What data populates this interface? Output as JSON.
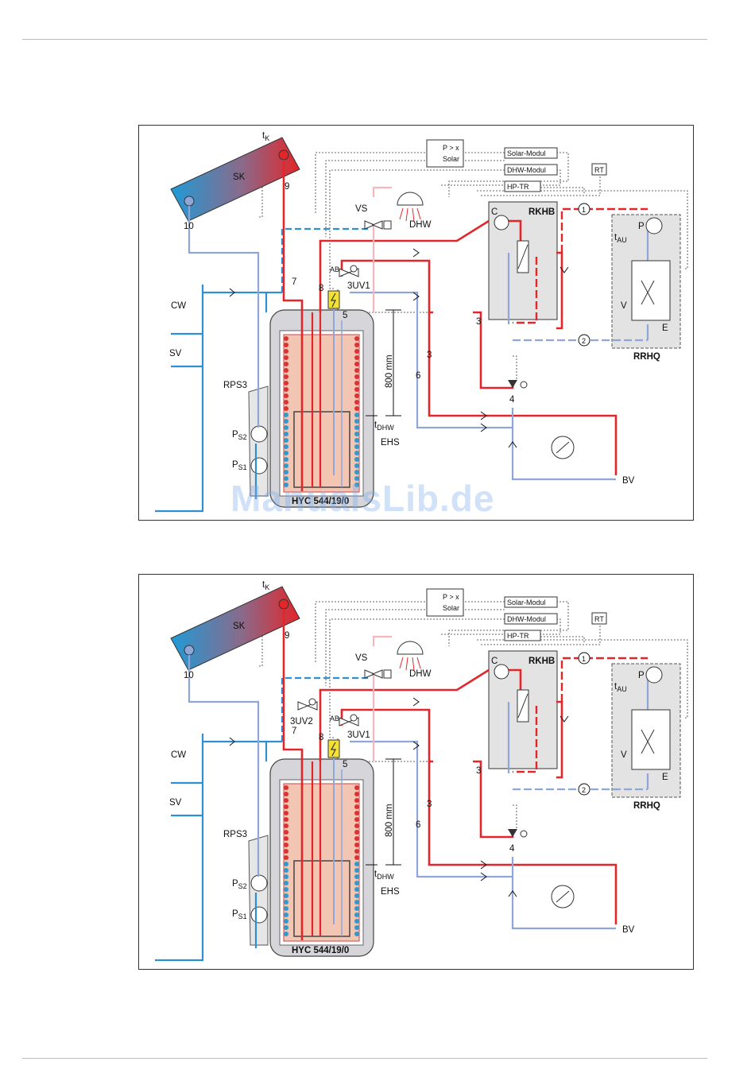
{
  "watermark": "ManualsLib.de",
  "diagrams": [
    {
      "collector": "SK",
      "tk": "t",
      "tk_sub": "K",
      "num_9": "9",
      "num_10": "10",
      "num_8": "8",
      "num_7": "7",
      "num_5": "5",
      "num_6": "6",
      "num_3a": "3",
      "num_3b": "3",
      "num_4": "4",
      "circle_1": "1",
      "circle_2": "2",
      "vs": "VS",
      "dhw": "DHW",
      "valve1": "3UV1",
      "valve2": "",
      "ab": "AB",
      "cw": "CW",
      "sv": "SV",
      "rps3": "RPS3",
      "ps2": "P",
      "ps2_sub": "S2",
      "ps1": "P",
      "ps1_sub": "S1",
      "dim": "800 mm",
      "tdhw": "t",
      "tdhw_sub": "DHW",
      "ehs": "EHS",
      "tank": "HYC 544/19/0",
      "rkhb": "RKHB",
      "c": "C",
      "rrhq": "RRHQ",
      "p": "P",
      "tau": "t",
      "tau_sub": "AU",
      "v": "V",
      "e": "E",
      "bv": "BV",
      "solar_modul": "Solar-Modul",
      "dhw_modul": "DHW-Modul",
      "hp_tr": "HP-TR",
      "rt": "RT",
      "px": "P > x",
      "solar": "Solar"
    },
    {
      "collector": "SK",
      "tk": "t",
      "tk_sub": "K",
      "num_9": "9",
      "num_10": "10",
      "num_8": "8",
      "num_7": "7",
      "num_5": "5",
      "num_6": "6",
      "num_3a": "3",
      "num_3b": "3",
      "num_4": "4",
      "circle_1": "1",
      "circle_2": "2",
      "vs": "VS",
      "dhw": "DHW",
      "valve1": "3UV1",
      "valve2": "3UV2",
      "ab": "AB",
      "cw": "CW",
      "sv": "SV",
      "rps3": "RPS3",
      "ps2": "P",
      "ps2_sub": "S2",
      "ps1": "P",
      "ps1_sub": "S1",
      "dim": "800 mm",
      "tdhw": "t",
      "tdhw_sub": "DHW",
      "ehs": "EHS",
      "tank": "HYC 544/19/0",
      "rkhb": "RKHB",
      "c": "C",
      "rrhq": "RRHQ",
      "p": "P",
      "tau": "t",
      "tau_sub": "AU",
      "v": "V",
      "e": "E",
      "bv": "BV",
      "solar_modul": "Solar-Modul",
      "dhw_modul": "DHW-Modul",
      "hp_tr": "HP-TR",
      "rt": "RT",
      "px": "P > x",
      "solar": "Solar"
    }
  ],
  "colors": {
    "hot": "#e2262a",
    "cold": "#2f8fd2",
    "return": "#8fa6d8",
    "pink": "#f6b6bb",
    "tank": "#d8d8dc"
  }
}
